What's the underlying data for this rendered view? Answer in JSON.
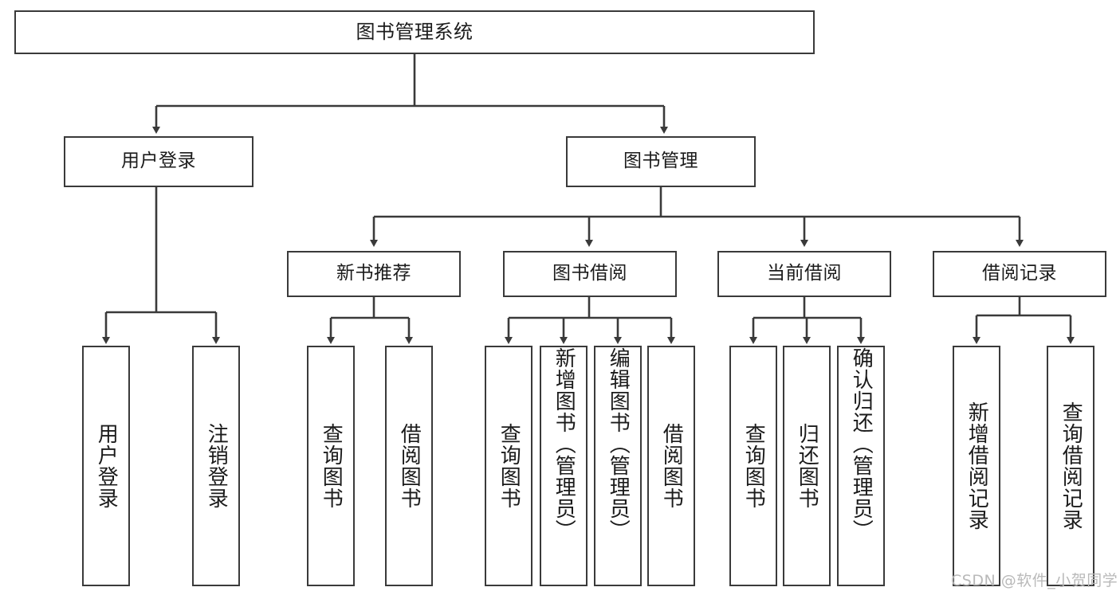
{
  "diagram": {
    "title": "图书管理系统",
    "type": "tree",
    "root": {
      "label": "图书管理系统"
    },
    "level2": [
      {
        "id": "user-login",
        "label": "用户登录"
      },
      {
        "id": "book-manage",
        "label": "图书管理"
      }
    ],
    "level3": [
      {
        "id": "new-book-recommend",
        "label": "新书推荐",
        "parent": "book-manage"
      },
      {
        "id": "book-borrow",
        "label": "图书借阅",
        "parent": "book-manage"
      },
      {
        "id": "current-borrow",
        "label": "当前借阅",
        "parent": "book-manage"
      },
      {
        "id": "borrow-record",
        "label": "借阅记录",
        "parent": "book-manage"
      }
    ],
    "leaves": [
      {
        "id": "leaf-user-login",
        "label": "用户登录",
        "parent": "user-login"
      },
      {
        "id": "leaf-user-logout",
        "label": "注销登录",
        "parent": "user-login"
      },
      {
        "id": "leaf-query-book-1",
        "label": "查询图书",
        "parent": "new-book-recommend"
      },
      {
        "id": "leaf-borrow-book-1",
        "label": "借阅图书",
        "parent": "new-book-recommend"
      },
      {
        "id": "leaf-query-book-2",
        "label": "查询图书",
        "parent": "book-borrow"
      },
      {
        "id": "leaf-add-book",
        "label": "新增图书（管理员）",
        "parent": "book-borrow"
      },
      {
        "id": "leaf-edit-book",
        "label": "编辑图书（管理员）",
        "parent": "book-borrow"
      },
      {
        "id": "leaf-borrow-book-2",
        "label": "借阅图书",
        "parent": "book-borrow"
      },
      {
        "id": "leaf-query-book-3",
        "label": "查询图书",
        "parent": "current-borrow"
      },
      {
        "id": "leaf-return-book",
        "label": "归还图书",
        "parent": "current-borrow"
      },
      {
        "id": "leaf-confirm-return",
        "label": "确认归还（管理员）",
        "parent": "current-borrow"
      },
      {
        "id": "leaf-add-record",
        "label": "新增借阅记录",
        "parent": "borrow-record"
      },
      {
        "id": "leaf-query-record",
        "label": "查询借阅记录",
        "parent": "borrow-record"
      }
    ],
    "watermark": "CSDN @软件_小贺同学",
    "colors": {
      "node_border": "#3a3a3a",
      "node_fill": "#ffffff",
      "edge": "#3a3a3a",
      "text": "#1b1b1b",
      "watermark": "#b9b9b9",
      "background": "#ffffff"
    }
  }
}
